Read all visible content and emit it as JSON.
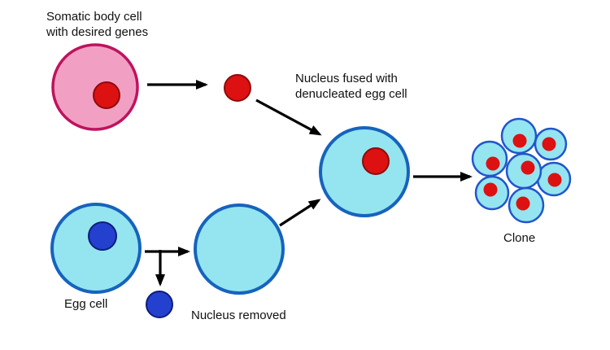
{
  "labels": {
    "somatic_line1": "Somatic body cell",
    "somatic_line2": "with desired genes",
    "fused_line1": "Nucleus fused with",
    "fused_line2": "denucleated egg cell",
    "egg": "Egg cell",
    "nucleus_removed": "Nucleus removed",
    "clone": "Clone"
  },
  "colors": {
    "background": "#ffffff",
    "somatic_fill": "#f1a0c3",
    "somatic_border": "#be135e",
    "nucleus_red": "#dd1111",
    "nucleus_red_border": "#8f0a0a",
    "cell_cyan": "#94e5f0",
    "cell_cyan_border": "#1663be",
    "clone_border": "#2255cc",
    "nucleus_blue": "#2340cf",
    "nucleus_blue_border": "#0d1d7a",
    "arrow": "#000000",
    "text": "#111111"
  },
  "flow": [
    {
      "from": "somatic-cell",
      "to": "extracted-nucleus",
      "note": "nucleus taken from somatic cell"
    },
    {
      "from": "extracted-nucleus",
      "to": "fused-cell",
      "note": "nucleus inserted into denucleated egg"
    },
    {
      "from": "egg-cell",
      "to": "denucleated-cell",
      "note": "egg cell loses nucleus"
    },
    {
      "from": "egg-cell",
      "to": "removed-nucleus",
      "note": "nucleus removed"
    },
    {
      "from": "denucleated-cell",
      "to": "fused-cell",
      "note": "denucleated egg receives nucleus"
    },
    {
      "from": "fused-cell",
      "to": "clone-cluster",
      "note": "cell divides into clone"
    }
  ]
}
